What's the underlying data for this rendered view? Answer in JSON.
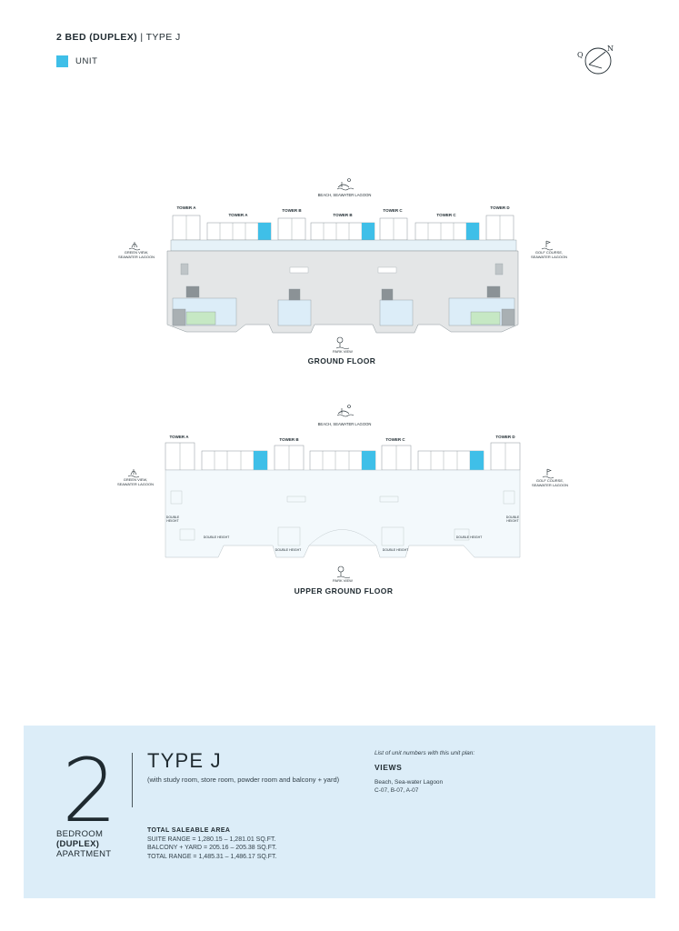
{
  "header": {
    "title_bold": "2 BED (DUPLEX)",
    "title_sep": " | ",
    "title_type": "TYPE J",
    "legend_label": "UNIT",
    "compass_n": "N",
    "compass_q": "Q"
  },
  "colors": {
    "unit": "#3fbfe8",
    "panel": "#dcedf8",
    "green": "#c6e8c4"
  },
  "ground": {
    "top_view": "BEACH, SEAWATER LAGOON",
    "left_view_1": "GREEN VIEW,",
    "left_view_2": "SEAWATER LAGOON",
    "right_view_1": "GOLF COURSE,",
    "right_view_2": "SEAWATER LAGOON",
    "bottom_view": "PARK VIEW",
    "floor_name": "GROUND FLOOR",
    "tower_a_left": "TOWER A",
    "tower_a": "TOWER A",
    "tower_b_left": "TOWER B",
    "tower_b": "TOWER B",
    "tower_c_left": "TOWER C",
    "tower_c": "TOWER C",
    "tower_d": "TOWER D"
  },
  "upper": {
    "top_view": "BEACH, SEAWATER LAGOON",
    "left_view_1": "GREEN VIEW,",
    "left_view_2": "SEAWATER LAGOON",
    "right_view_1": "GOLF COURSE,",
    "right_view_2": "SEAWATER LAGOON",
    "bottom_view": "PARK VIEW",
    "floor_name": "UPPER GROUND FLOOR",
    "tower_a": "TOWER A",
    "tower_b": "TOWER B",
    "tower_c": "TOWER C",
    "tower_d": "TOWER D",
    "double_height": "DOUBLE HEIGHT",
    "double": "DOUBLE",
    "height": "HEIGHT"
  },
  "info": {
    "big_number": "2",
    "bedroom_1": "BEDROOM",
    "bedroom_2": "(DUPLEX)",
    "bedroom_3": "APARTMENT",
    "type_title": "TYPE J",
    "type_sub": "(with study room, store room, powder room and balcony + yard)",
    "tsa_heading": "TOTAL SALEABLE AREA",
    "suite_range": "SUITE RANGE = 1,280.15 – 1,281.01 SQ.FT.",
    "balcony_yard": "BALCONY + YARD = 205.16 – 205.38 SQ.FT.",
    "total_range": "TOTAL RANGE = 1,485.31 – 1,486.17 SQ.FT.",
    "unit_list_label": "List of unit numbers with this unit plan:",
    "views_heading": "VIEWS",
    "views_value": "Beach, Sea-water Lagoon",
    "units": "C-07, B-07, A-07"
  }
}
